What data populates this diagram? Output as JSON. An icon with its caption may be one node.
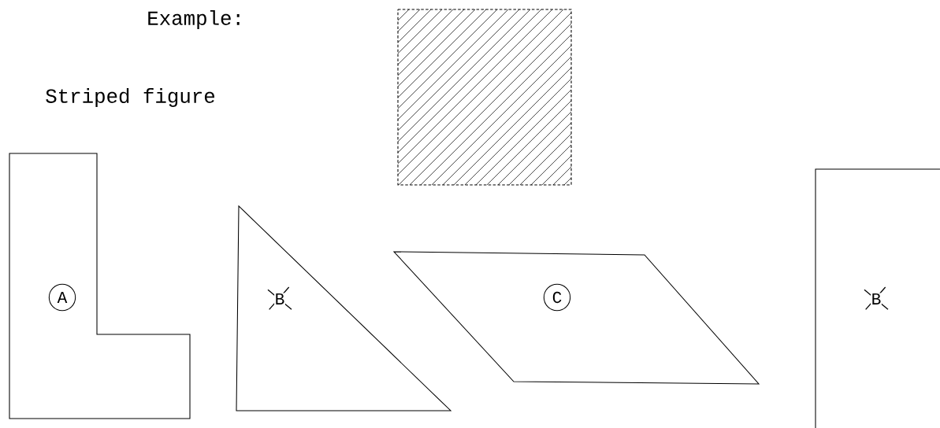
{
  "diagram": {
    "nodes": [
      {
        "text": [],
        "shape": "box"
      },
      {
        "text": [
          "A"
        ]
      },
      {
        "text": [
          "B"
        ]
      },
      {
        "text": [
          "C"
        ]
      },
      {
        "text": [
          "B"
        ]
      }
    ],
    "labels": [
      "Example:",
      "Striped figure"
    ]
  }
}
